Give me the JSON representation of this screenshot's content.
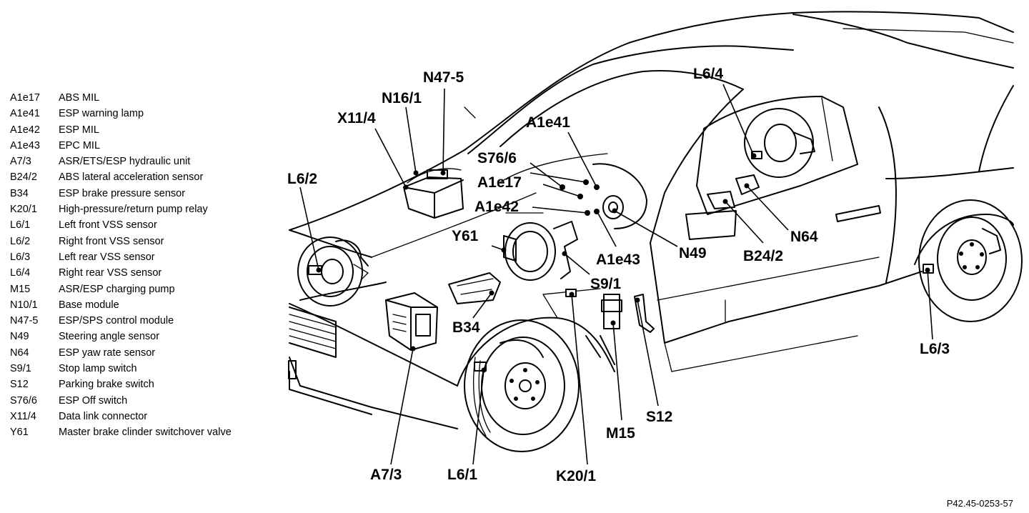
{
  "legend": [
    {
      "code": "A1e17",
      "desc": "ABS MIL"
    },
    {
      "code": "A1e41",
      "desc": "ESP warning lamp"
    },
    {
      "code": "A1e42",
      "desc": "ESP MIL"
    },
    {
      "code": "A1e43",
      "desc": "EPC MIL"
    },
    {
      "code": "A7/3",
      "desc": "ASR/ETS/ESP hydraulic unit"
    },
    {
      "code": "B24/2",
      "desc": "ABS lateral acceleration sensor"
    },
    {
      "code": "B34",
      "desc": "ESP brake pressure sensor"
    },
    {
      "code": "K20/1",
      "desc": "High-pressure/return pump relay"
    },
    {
      "code": "L6/1",
      "desc": "Left front VSS sensor"
    },
    {
      "code": "L6/2",
      "desc": "Right front VSS sensor"
    },
    {
      "code": "L6/3",
      "desc": "Left rear VSS sensor"
    },
    {
      "code": "L6/4",
      "desc": "Right rear VSS sensor"
    },
    {
      "code": "M15",
      "desc": "ASR/ESP charging pump"
    },
    {
      "code": "N10/1",
      "desc": "Base module"
    },
    {
      "code": "N47-5",
      "desc": "ESP/SPS control module"
    },
    {
      "code": "N49",
      "desc": "Steering angle sensor"
    },
    {
      "code": "N64",
      "desc": "ESP yaw rate sensor"
    },
    {
      "code": "S9/1",
      "desc": "Stop lamp switch"
    },
    {
      "code": "S12",
      "desc": "Parking brake switch"
    },
    {
      "code": "S76/6",
      "desc": "ESP Off switch"
    },
    {
      "code": "X11/4",
      "desc": "Data link connector"
    },
    {
      "code": "Y61",
      "desc": "Master brake clinder switchover valve"
    }
  ],
  "callouts": {
    "n47_5": "N47-5",
    "n16_1": "N16/1",
    "x11_4": "X11/4",
    "l6_2": "L6/2",
    "a1e41": "A1e41",
    "s76_6": "S76/6",
    "a1e17": "A1e17",
    "a1e42": "A1e42",
    "y61": "Y61",
    "l6_4": "L6/4",
    "n64": "N64",
    "b24_2": "B24/2",
    "n49": "N49",
    "a1e43": "A1e43",
    "s9_1": "S9/1",
    "b34": "B34",
    "l6_3": "L6/3",
    "a7_3": "A7/3",
    "l6_1": "L6/1",
    "k20_1": "K20/1",
    "m15": "M15",
    "s12": "S12"
  },
  "figure_ref": "P42.45-0253-57"
}
